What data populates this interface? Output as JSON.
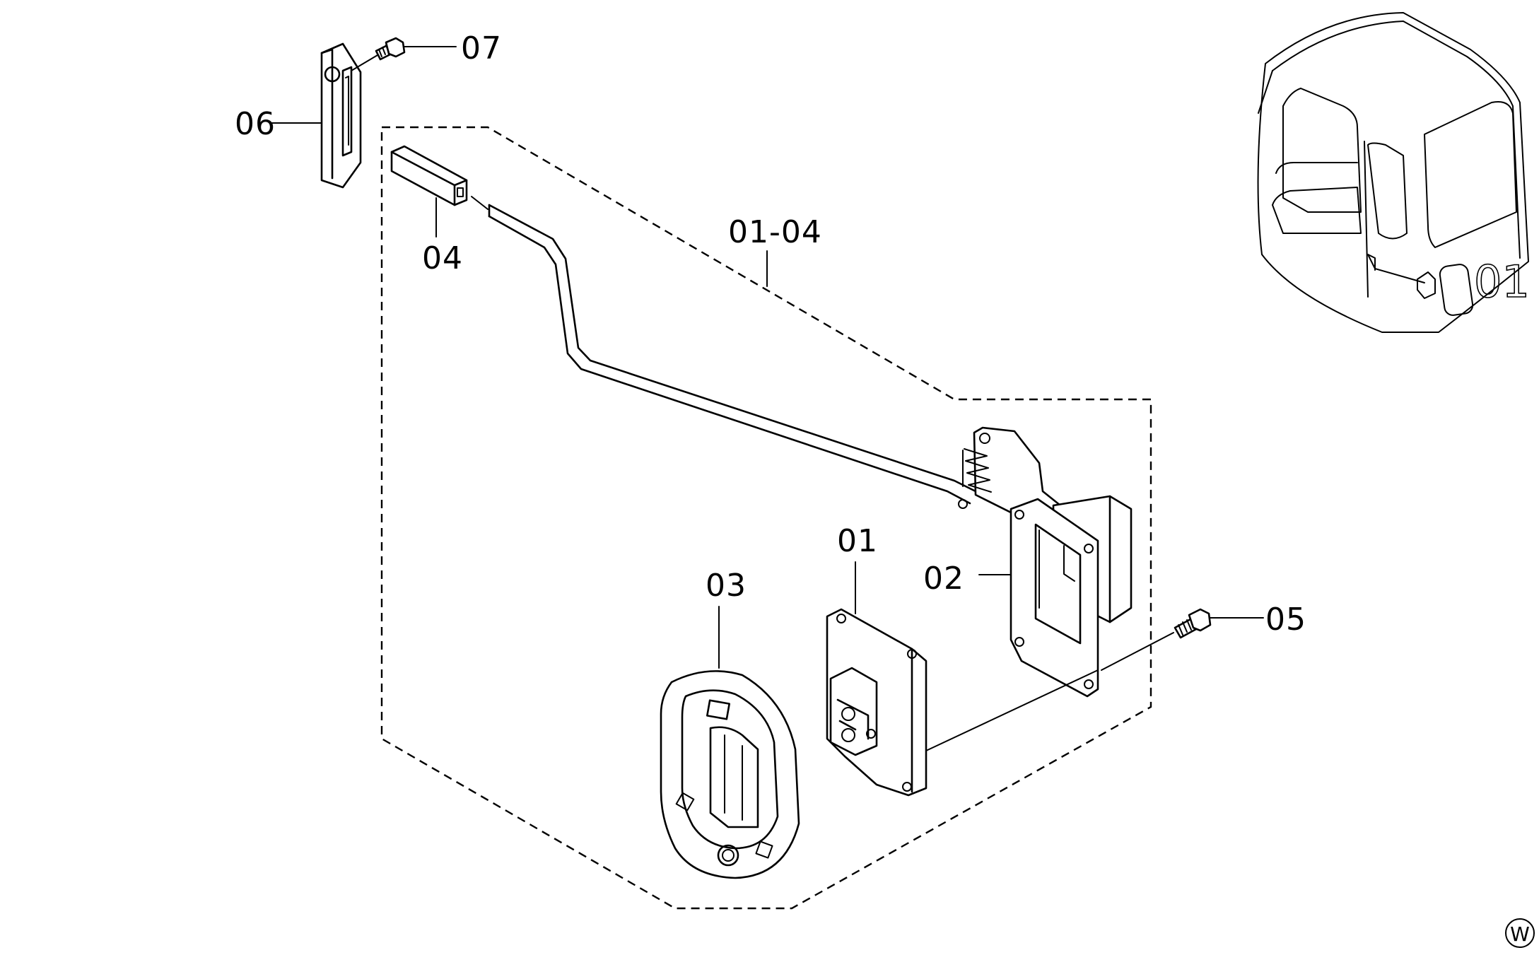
{
  "diagram": {
    "labels": {
      "p01": "01",
      "p02": "02",
      "p03": "03",
      "p04": "04",
      "p05": "05",
      "p06": "06",
      "p07": "07",
      "p0104": "01-04"
    },
    "inset_marker": "01",
    "corner_mark": "W"
  }
}
